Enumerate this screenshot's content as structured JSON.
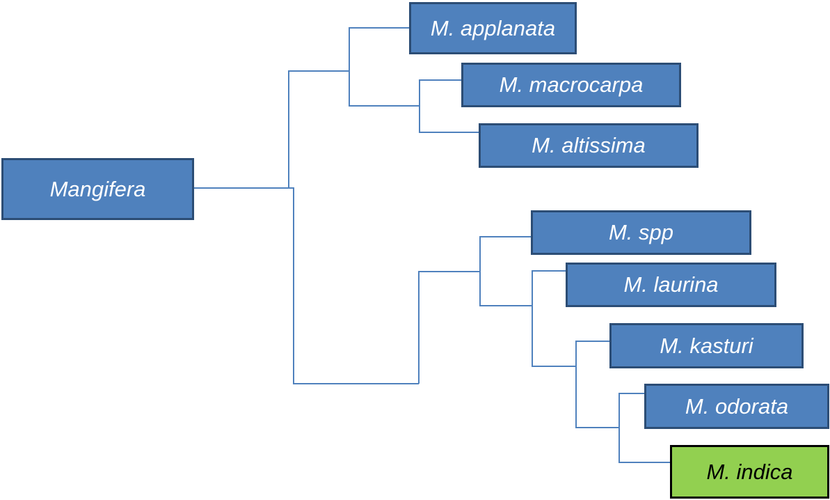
{
  "diagram": {
    "type": "tree",
    "root": {
      "label": "Mangifera",
      "color": "#4f81bd"
    },
    "nodes": {
      "applanata": "M. applanata",
      "macrocarpa": "M. macrocarpa",
      "altissima": "M. altissima",
      "spp": "M. spp",
      "laurina": "M. laurina",
      "kasturi": "M. kasturi",
      "odorata": "M. odorata",
      "indica": "M. indica"
    },
    "highlight": {
      "node": "M. indica",
      "color": "#92d050"
    },
    "colors": {
      "node_fill": "#4f81bd",
      "node_border": "#2c4d75",
      "connector": "#4f81bd",
      "highlight_fill": "#92d050",
      "highlight_border": "#000000"
    }
  }
}
